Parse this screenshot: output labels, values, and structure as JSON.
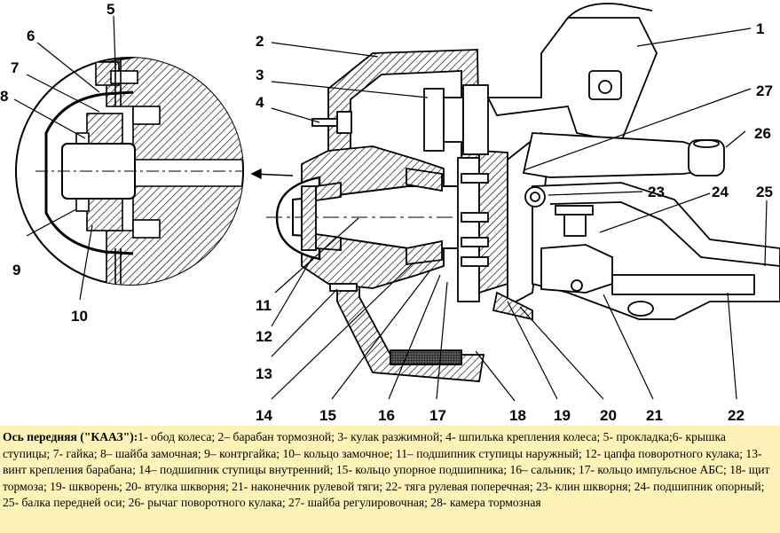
{
  "callouts": [
    {
      "id": "1",
      "text": "1"
    },
    {
      "id": "2",
      "text": "2"
    },
    {
      "id": "3",
      "text": "3"
    },
    {
      "id": "4",
      "text": "4"
    },
    {
      "id": "5",
      "text": "5"
    },
    {
      "id": "6",
      "text": "6"
    },
    {
      "id": "7",
      "text": "7"
    },
    {
      "id": "8",
      "text": "8"
    },
    {
      "id": "9",
      "text": "9"
    },
    {
      "id": "10",
      "text": "10"
    },
    {
      "id": "11",
      "text": "11"
    },
    {
      "id": "12",
      "text": "12"
    },
    {
      "id": "13",
      "text": "13"
    },
    {
      "id": "14",
      "text": "14"
    },
    {
      "id": "15",
      "text": "15"
    },
    {
      "id": "16",
      "text": "16"
    },
    {
      "id": "17",
      "text": "17"
    },
    {
      "id": "18",
      "text": "18"
    },
    {
      "id": "19",
      "text": "19"
    },
    {
      "id": "20",
      "text": "20"
    },
    {
      "id": "21",
      "text": "21"
    },
    {
      "id": "22",
      "text": "22"
    },
    {
      "id": "23",
      "text": "23"
    },
    {
      "id": "24",
      "text": "24"
    },
    {
      "id": "25",
      "text": "25"
    },
    {
      "id": "26",
      "text": "26"
    },
    {
      "id": "27",
      "text": "27"
    }
  ],
  "caption": {
    "title": "Ось передняя (\"КААЗ\"):",
    "text": "1- обод колеса; 2– барабан тормозной; 3- кулак разжимной; 4- шпилька крепления колеса; 5- прокладка;6- крышка ступицы; 7- гайка; 8– шайба замочная; 9– контргайка; 10– кольцо замочное; 11– подшипник ступицы наружный; 12- цапфа поворотного кулака; 13- винт крепления барабана; 14– подшипник ступицы внутренний; 15- кольцо упорное подшипника; 16– сальник; 17- кольцо импульсное АБС; 18- щит тормоза; 19- шкворень; 20- втулка шкворня; 21- наконечник рулевой тяги; 22- тяга рулевая поперечная; 23- клин шкворня; 24- подшипник опорный; 25- балка передней оси; 26- рычаг поворотного кулака; 27- шайба регулировочная; 28- камера тормозная"
  }
}
